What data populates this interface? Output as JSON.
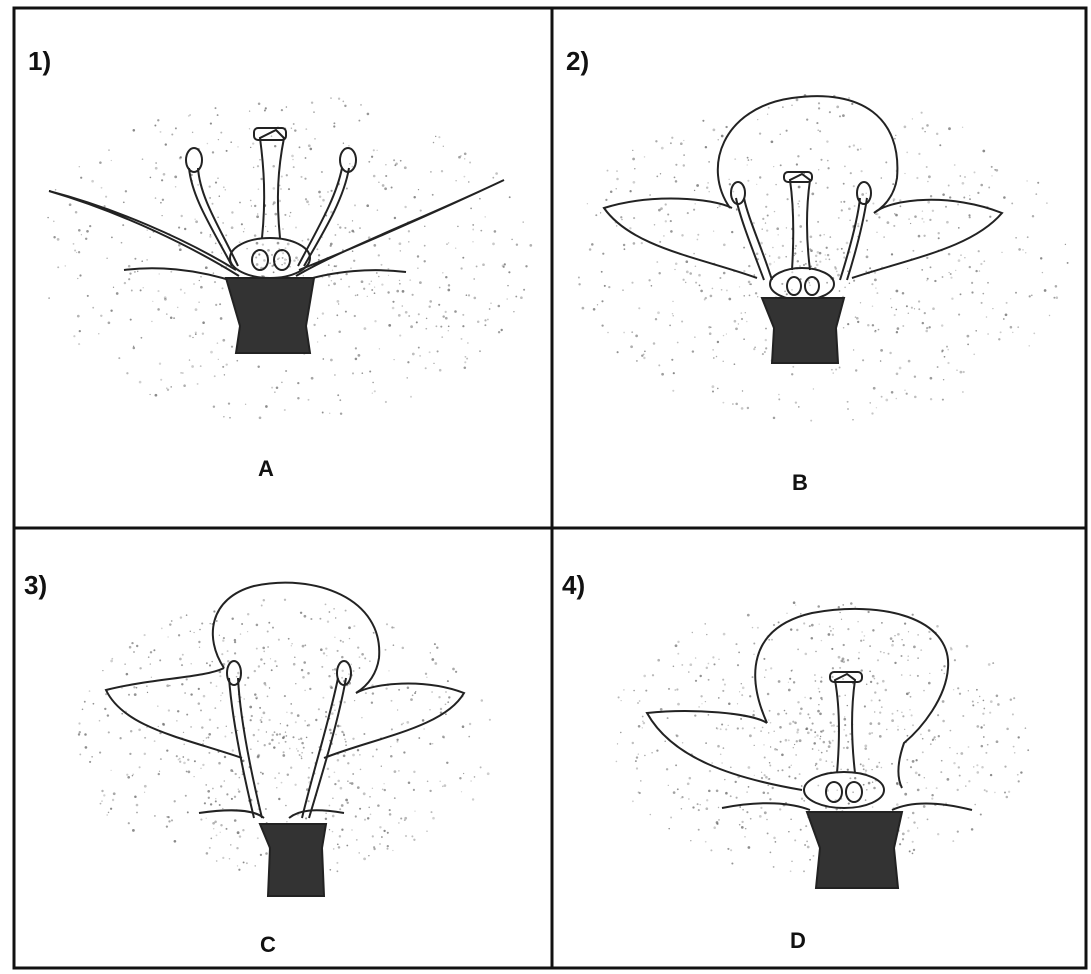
{
  "panels": [
    {
      "number": "1)",
      "letter": "A",
      "parts": [
        "sepals",
        "stamens",
        "carpel"
      ]
    },
    {
      "number": "2)",
      "letter": "B",
      "parts": [
        "sepals",
        "petals",
        "stamens",
        "carpel"
      ]
    },
    {
      "number": "3)",
      "letter": "C",
      "parts": [
        "sepals",
        "petals",
        "stamens"
      ]
    },
    {
      "number": "4)",
      "letter": "D",
      "parts": [
        "sepals",
        "petals",
        "carpel"
      ]
    }
  ],
  "colors": {
    "ink": "#222222",
    "stipple": "#555555",
    "frame": "#111111"
  }
}
